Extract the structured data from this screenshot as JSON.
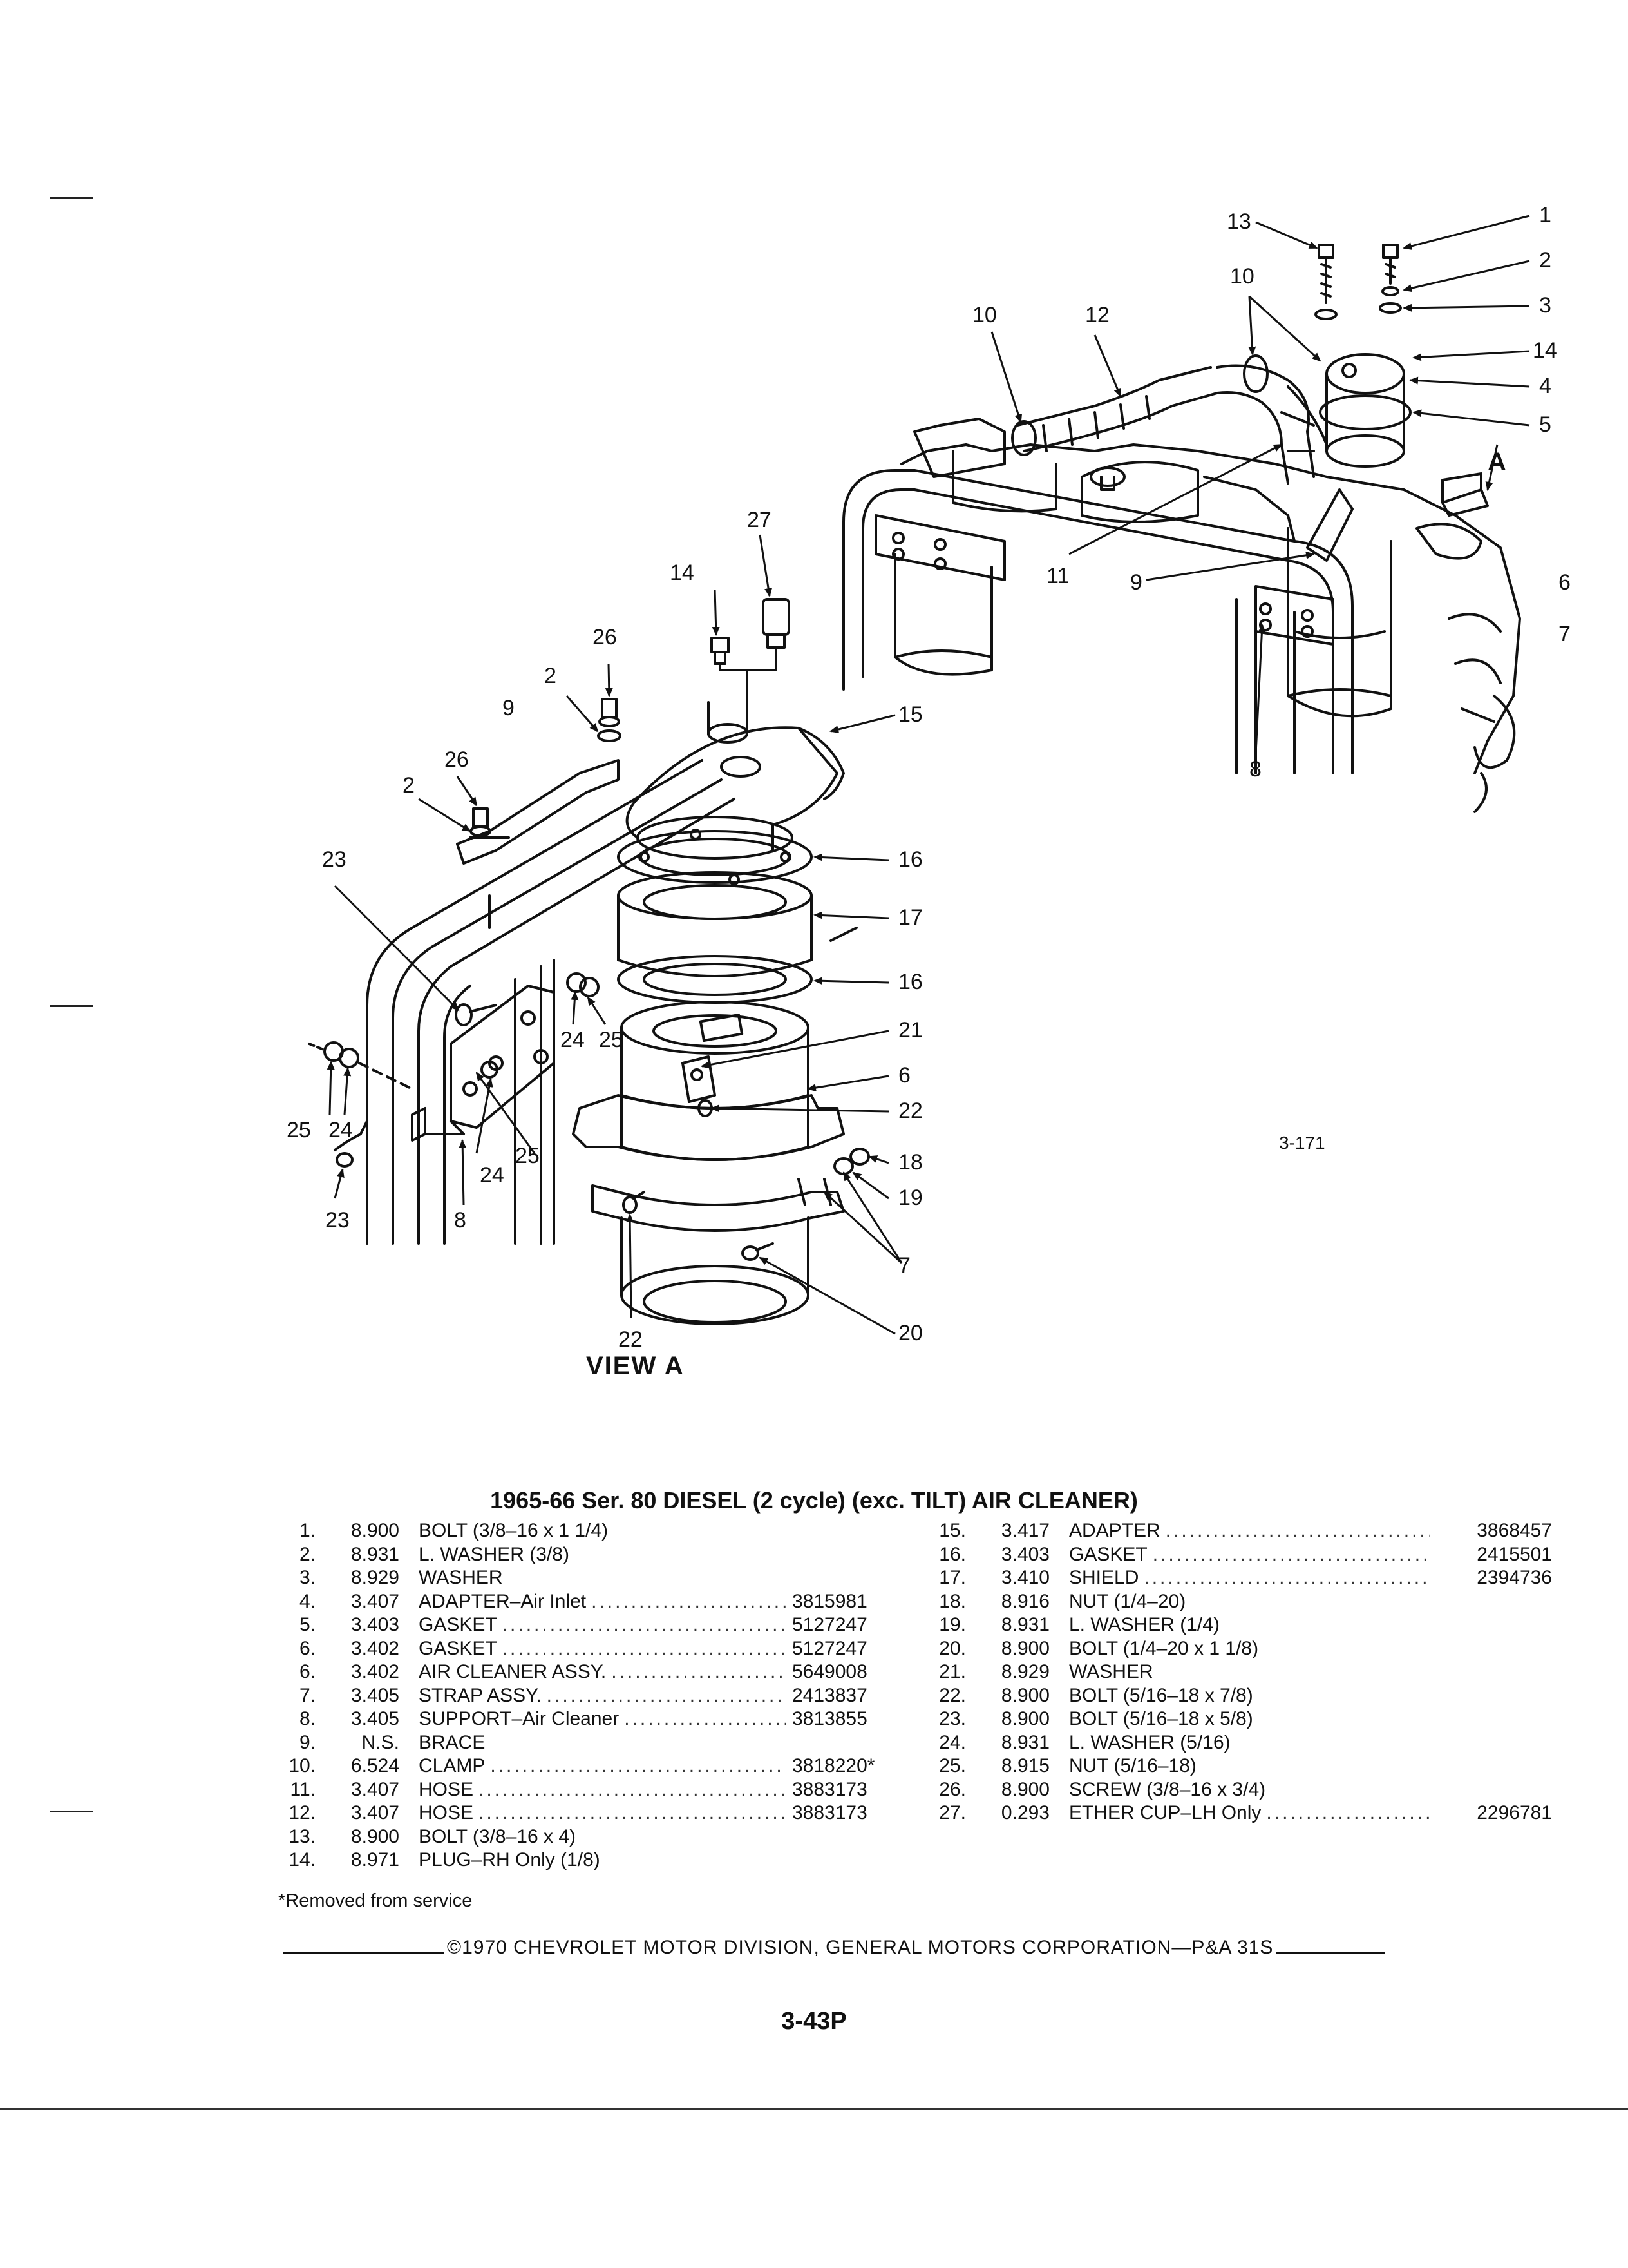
{
  "diagram": {
    "callouts": {
      "c1": "1",
      "c2": "2",
      "c3": "3",
      "c4": "4",
      "c5": "5",
      "c6": "6",
      "c7": "7",
      "c8": "8",
      "c9": "9",
      "c10": "10",
      "c11": "11",
      "c12": "12",
      "c13": "13",
      "c14": "14",
      "v2a": "2",
      "v2b": "2",
      "v6": "6",
      "v7": "7",
      "v8": "8",
      "v9": "9",
      "v14": "14",
      "v15": "15",
      "v16a": "16",
      "v16b": "16",
      "v17": "17",
      "v18": "18",
      "v19": "19",
      "v20": "20",
      "v21": "21",
      "v22a": "22",
      "v22b": "22",
      "v23a": "23",
      "v23b": "23",
      "v24a": "24",
      "v24b": "24",
      "v24c": "24",
      "v25a": "25",
      "v25b": "25",
      "v25c": "25",
      "v26a": "26",
      "v26b": "26",
      "v27": "27",
      "vA": "A",
      "c10b": "10"
    },
    "view_title": "VIEW A",
    "figure_number": "3-171"
  },
  "parts_list": {
    "title": "1965-66 Ser. 80 DIESEL (2 cycle) (exc. TILT) AIR CLEANER)",
    "left": [
      {
        "no": "1.",
        "group": "8.900",
        "desc": "BOLT (3/8–16 x 1 1/4)",
        "pn": ""
      },
      {
        "no": "2.",
        "group": "8.931",
        "desc": "L. WASHER (3/8)",
        "pn": ""
      },
      {
        "no": "3.",
        "group": "8.929",
        "desc": "WASHER",
        "pn": ""
      },
      {
        "no": "4.",
        "group": "3.407",
        "desc": "ADAPTER–Air Inlet",
        "pn": "3815981"
      },
      {
        "no": "5.",
        "group": "3.403",
        "desc": "GASKET",
        "pn": "5127247"
      },
      {
        "no": "6.",
        "group": "3.402",
        "desc": "GASKET",
        "pn": "5127247"
      },
      {
        "no": "6.",
        "group": "3.402",
        "desc": "AIR CLEANER ASSY.",
        "pn": "5649008"
      },
      {
        "no": "7.",
        "group": "3.405",
        "desc": "STRAP ASSY.",
        "pn": "2413837"
      },
      {
        "no": "8.",
        "group": "3.405",
        "desc": "SUPPORT–Air Cleaner",
        "pn": "3813855"
      },
      {
        "no": "9.",
        "group": "N.S.",
        "desc": "BRACE",
        "pn": ""
      },
      {
        "no": "10.",
        "group": "6.524",
        "desc": "CLAMP",
        "pn": "3818220*"
      },
      {
        "no": "11.",
        "group": "3.407",
        "desc": "HOSE",
        "pn": "3883173"
      },
      {
        "no": "12.",
        "group": "3.407",
        "desc": "HOSE",
        "pn": "3883173"
      },
      {
        "no": "13.",
        "group": "8.900",
        "desc": "BOLT (3/8–16 x 4)",
        "pn": ""
      },
      {
        "no": "14.",
        "group": "8.971",
        "desc": "PLUG–RH Only (1/8)",
        "pn": ""
      }
    ],
    "right": [
      {
        "no": "15.",
        "group": "3.417",
        "desc": "ADAPTER",
        "pn": "3868457"
      },
      {
        "no": "16.",
        "group": "3.403",
        "desc": "GASKET",
        "pn": "2415501"
      },
      {
        "no": "17.",
        "group": "3.410",
        "desc": "SHIELD",
        "pn": "2394736"
      },
      {
        "no": "18.",
        "group": "8.916",
        "desc": "NUT (1/4–20)",
        "pn": ""
      },
      {
        "no": "19.",
        "group": "8.931",
        "desc": "L. WASHER (1/4)",
        "pn": ""
      },
      {
        "no": "20.",
        "group": "8.900",
        "desc": "BOLT (1/4–20 x 1 1/8)",
        "pn": ""
      },
      {
        "no": "21.",
        "group": "8.929",
        "desc": "WASHER",
        "pn": ""
      },
      {
        "no": "22.",
        "group": "8.900",
        "desc": "BOLT (5/16–18 x 7/8)",
        "pn": ""
      },
      {
        "no": "23.",
        "group": "8.900",
        "desc": "BOLT (5/16–18 x 5/8)",
        "pn": ""
      },
      {
        "no": "24.",
        "group": "8.931",
        "desc": "L. WASHER (5/16)",
        "pn": ""
      },
      {
        "no": "25.",
        "group": "8.915",
        "desc": "NUT (5/16–18)",
        "pn": ""
      },
      {
        "no": "26.",
        "group": "8.900",
        "desc": "SCREW (3/8–16 x 3/4)",
        "pn": ""
      },
      {
        "no": "27.",
        "group": "0.293",
        "desc": "ETHER CUP–LH Only",
        "pn": "2296781"
      }
    ]
  },
  "footnote": "*Removed from service",
  "copyright": "©1970 CHEVROLET MOTOR DIVISION, GENERAL MOTORS CORPORATION—P&A 31S",
  "page_number": "3-43P"
}
